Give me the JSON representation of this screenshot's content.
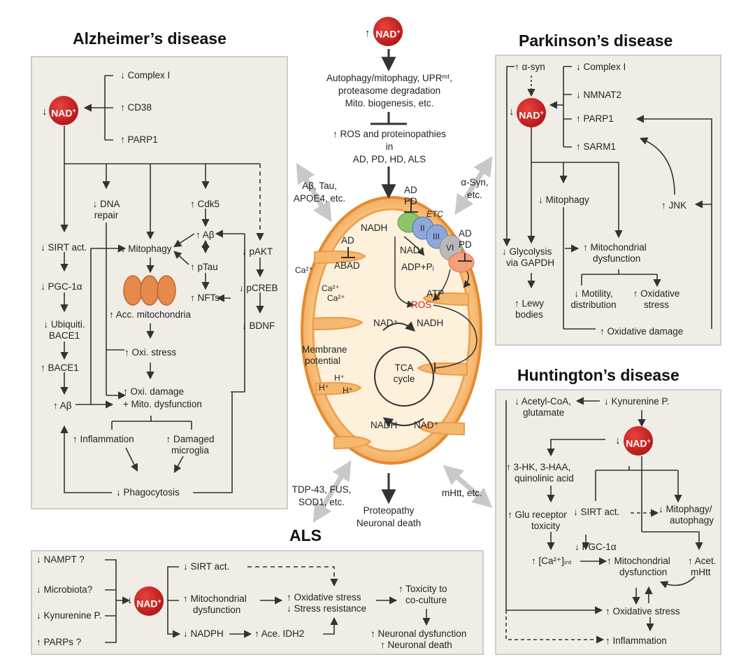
{
  "titles": {
    "ad": "Alzheimer’s disease",
    "pd": "Parkinson’s disease",
    "hd": "Huntington’s disease",
    "als": "ALS"
  },
  "colors": {
    "nad_red": "#c8201e",
    "panel_bg": "#efede6",
    "mito_orange": "#f2a35a",
    "arrow_grey": "#c8c8c8"
  },
  "center": {
    "nad_up": "↑",
    "nad": "NAD",
    "nad_sup": "+",
    "line1": "Autophagy/mitophagy, UPRᵐᵗ,",
    "line2": "proteasome degradation",
    "line3": "Mito. biogenesis, etc.",
    "ros1": "↑ ROS and proteinopathies",
    "ros2": "in",
    "ros3": "AD, PD, HD, ALS",
    "outcome1": "Proteopathy",
    "outcome2": "Neuronal death",
    "link_ad1": "Aβ, Tau,",
    "link_ad2": "APOE4, etc.",
    "link_pd1": "α-Syn,",
    "link_pd2": "etc.",
    "link_als1": "TDP-43, FUS,",
    "link_als2": "SOD1, etc.",
    "link_hd": "mHtt, etc."
  },
  "mito": {
    "ad_pd_top": "AD",
    "pd_top": "PD",
    "etc": "ETC",
    "ii": "II",
    "iii": "III",
    "vi": "VI",
    "nadh": "NADH",
    "ad_left": "AD",
    "abad": "ABAD",
    "nad_plus": "NAD⁺",
    "ad_right": "AD",
    "pd_right": "PD",
    "adp": "ADP+Pᵢ",
    "atp": "ATP",
    "ros": "ROS",
    "ca_out": "Ca²⁺",
    "ca_in1": "Ca²⁺",
    "ca_in2": "Ca²⁺",
    "nad_cycle": "NAD⁺",
    "nadh_cycle": "NADH",
    "membrane1": "Membrane",
    "membrane2": "potential",
    "h1": "H⁺",
    "h2": "H⁺",
    "h3": "H⁺",
    "tca1": "TCA",
    "tca2": "cycle",
    "nadh_bottom": "NADH",
    "nad_bottom": "NAD⁺"
  },
  "ad": {
    "complex1": "↓ Complex I",
    "cd38": "↑ CD38",
    "parp1": "↑ PARP1",
    "nad_down": "↓",
    "dna1": "↓ DNA",
    "dna2": "repair",
    "cdk5": "↑ Cdk5",
    "abeta": "↑ Aβ",
    "ptau": "↑ pTau",
    "nfts": "↑ NFTs",
    "mitophagy": "↓↓ Mitophagy",
    "acc": "↑ Acc. mitochondria",
    "oxi_stress": "↑ Oxi. stress",
    "oxi_damage": "↑ Oxi. damage",
    "mito_dys": "+ Mito. dysfunction",
    "sirt": "↓ SIRT act.",
    "pgc": "↓ PGC-1α",
    "ubiq1": "↓ Ubiquiti.",
    "ubiq2": "BACE1",
    "bace1": "↑ BACE1",
    "abeta2": "↑ Aβ",
    "pakt": "↓ pAKT",
    "pcreb": "↓ pCREB",
    "bdnf": "↓ BDNF",
    "inflam": "↑ Inflammation",
    "damaged1": "↑ Damaged",
    "damaged2": "microglia",
    "phago": "↓ Phagocytosis"
  },
  "pd": {
    "asyn": "↑ α-syn",
    "complex1": "↓ Complex I",
    "nmnat2": "↓ NMNAT2",
    "parp1": "↑ PARP1",
    "sarm1": "↑ SARM1",
    "nad_down": "↓",
    "mitophagy": "↓ Mitophagy",
    "jnk": "↑ JNK",
    "glyco1": "↓ Glycolysis",
    "glyco2": "via GAPDH",
    "mitodys1": "↑ Mitochondrial",
    "mitodys2": "dysfunction",
    "lewy1": "↑ Lewy",
    "lewy2": "bodies",
    "motility1": "↓ Motility,",
    "motility2": "distribution",
    "oxstress1": "↑ Oxidative",
    "oxstress2": "stress",
    "oxdamage": "↑ Oxidative damage"
  },
  "hd": {
    "acetyl1": "↓ Acetyl-CoA,",
    "acetyl2": "glutamate",
    "kyn": "↓ Kynurenine P.",
    "nad_down": "↓",
    "hk1": "↑ 3-HK, 3-HAA,",
    "hk2": "quinolinic acid",
    "glu1": "↑ Glu receptor",
    "glu2": "toxicity",
    "sirt": "↓ SIRT act.",
    "mitoph1": "↓ Mitophagy/",
    "mitoph2": "autophagy",
    "pgc": "↓ PGC-1α",
    "ca": "↑ [Ca²⁺]ᵢₙₜ",
    "mitodys1": "↑ Mitochondrial",
    "mitodys2": "dysfunction",
    "acet1": "↑ Acet.",
    "acet2": "mHtt",
    "oxstress": "↑ Oxidative stress",
    "inflam": "↑ Inflammation"
  },
  "als": {
    "nampt": "↓ NAMPT ?",
    "micro": "↓ Microbiota?",
    "kyn": "↓ Kynurenine P.",
    "parps": "↑ PARPs ?",
    "nad_down": "↓",
    "sirt": "↓ SIRT act.",
    "mito1": "↑ Mitochondrial",
    "mito2": "dysfunction",
    "nadph": "↓ NADPH",
    "idh2": "↑ Ace. IDH2",
    "ox1": "↑ Oxidative stress",
    "ox2": "↓ Stress resistance",
    "tox1": "↑ Toxicity to",
    "tox2": "co-culture",
    "neu1": "↑ Neuronal dysfunction",
    "neu2": "↑ Neuronal death"
  }
}
